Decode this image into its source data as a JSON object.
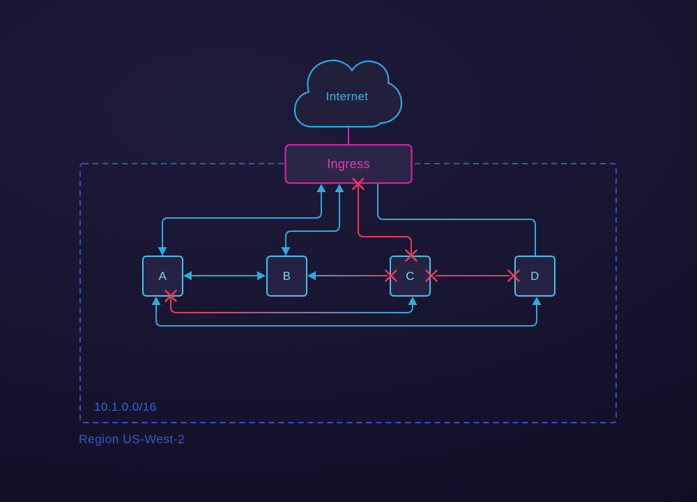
{
  "diagram": {
    "internet_label": "Internet",
    "ingress_label": "Ingress",
    "nodes": [
      {
        "id": "A",
        "label": "A"
      },
      {
        "id": "B",
        "label": "B"
      },
      {
        "id": "C",
        "label": "C"
      },
      {
        "id": "D",
        "label": "D"
      }
    ],
    "vpc_cidr": "10.1.0.0/16",
    "region_label": "Region US-West-2",
    "edges": [
      {
        "from": "Internet",
        "to": "Ingress",
        "style": "magenta-link",
        "status": "link"
      },
      {
        "from": "Ingress",
        "to": "A",
        "style": "cyan",
        "status": "allowed-both-directions"
      },
      {
        "from": "Ingress",
        "to": "B",
        "style": "cyan",
        "status": "allowed-both-directions"
      },
      {
        "from": "Ingress",
        "to": "C",
        "style": "red",
        "status": "blocked-both-ends"
      },
      {
        "from": "Ingress",
        "to": "D",
        "style": "cyan",
        "status": "plain-link"
      },
      {
        "from": "A",
        "to": "B",
        "style": "cyan",
        "status": "allowed-both-directions"
      },
      {
        "from": "C",
        "to": "B",
        "style": "gradient",
        "status": "arrow-into-B-blocked-at-C"
      },
      {
        "from": "C",
        "to": "D",
        "style": "red",
        "status": "blocked-both-ends"
      },
      {
        "from": "A",
        "to": "C",
        "style": "gradient",
        "status": "arrow-into-C-blocked-at-A"
      },
      {
        "from": "A",
        "to": "D",
        "style": "cyan",
        "status": "allowed-both-directions"
      }
    ],
    "colors": {
      "accent_cyan": "#2fa9de",
      "node_border": "#41c4f0",
      "node_fill": "#252243",
      "node_text": "#7fd2f2",
      "magenta": "#d9219f",
      "magenta_text": "#ea3cb0",
      "ingress_fill": "#2b2548",
      "red": "#ea3b5a",
      "vpc_border": "#3252c9",
      "cidr_text": "#3c63e6",
      "region_text": "#3d55c6",
      "cloud_fill": "#211f3c",
      "cloud_text": "#38b6e8",
      "bg_center": "#1d1b3a",
      "bg_mid": "#171530",
      "bg_edge": "#100e23"
    }
  }
}
